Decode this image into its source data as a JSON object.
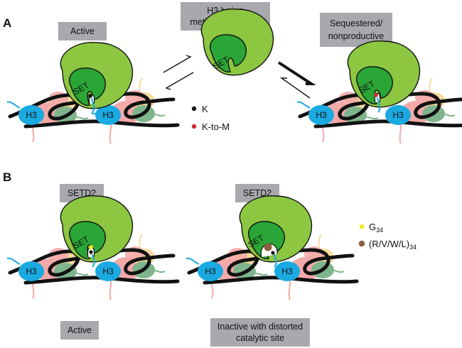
{
  "panels": {
    "a": "A",
    "b": "B"
  },
  "labels": {
    "active_a": "Active",
    "enzyme_line1": "H3 lysine",
    "enzyme_line2": "methyltransferase",
    "sequestered_line1": "Sequestered/",
    "sequestered_line2": "nonproductive",
    "setd2_left": "SETD2",
    "setd2_right": "SETD2",
    "active_b": "Active",
    "inactive_line1": "Inactive with distorted",
    "inactive_line2": "catalytic site"
  },
  "domain_label": "SET",
  "histone_label": "H3",
  "legend_a": [
    {
      "label": "K",
      "color": "#111111"
    },
    {
      "label": "K-to-M",
      "color": "#d42a2a"
    }
  ],
  "legend_b": {
    "g34_base": "G",
    "g34_sub": "34",
    "g34_color": "#f2e61e",
    "mut_base": "(R/V/W/L)",
    "mut_sub": "34",
    "mut_color": "#8b5e3c"
  },
  "colors": {
    "enzyme_fill": "#8dc641",
    "set_fill": "#2aa636",
    "h3_fill": "#1aa9e1",
    "h4_fill": "#7fb58d",
    "h2a_fill": "#f4a9a8",
    "h2b_fill": "#f9dba0",
    "label_box": "#a7a9ac",
    "dna": "#111111"
  }
}
